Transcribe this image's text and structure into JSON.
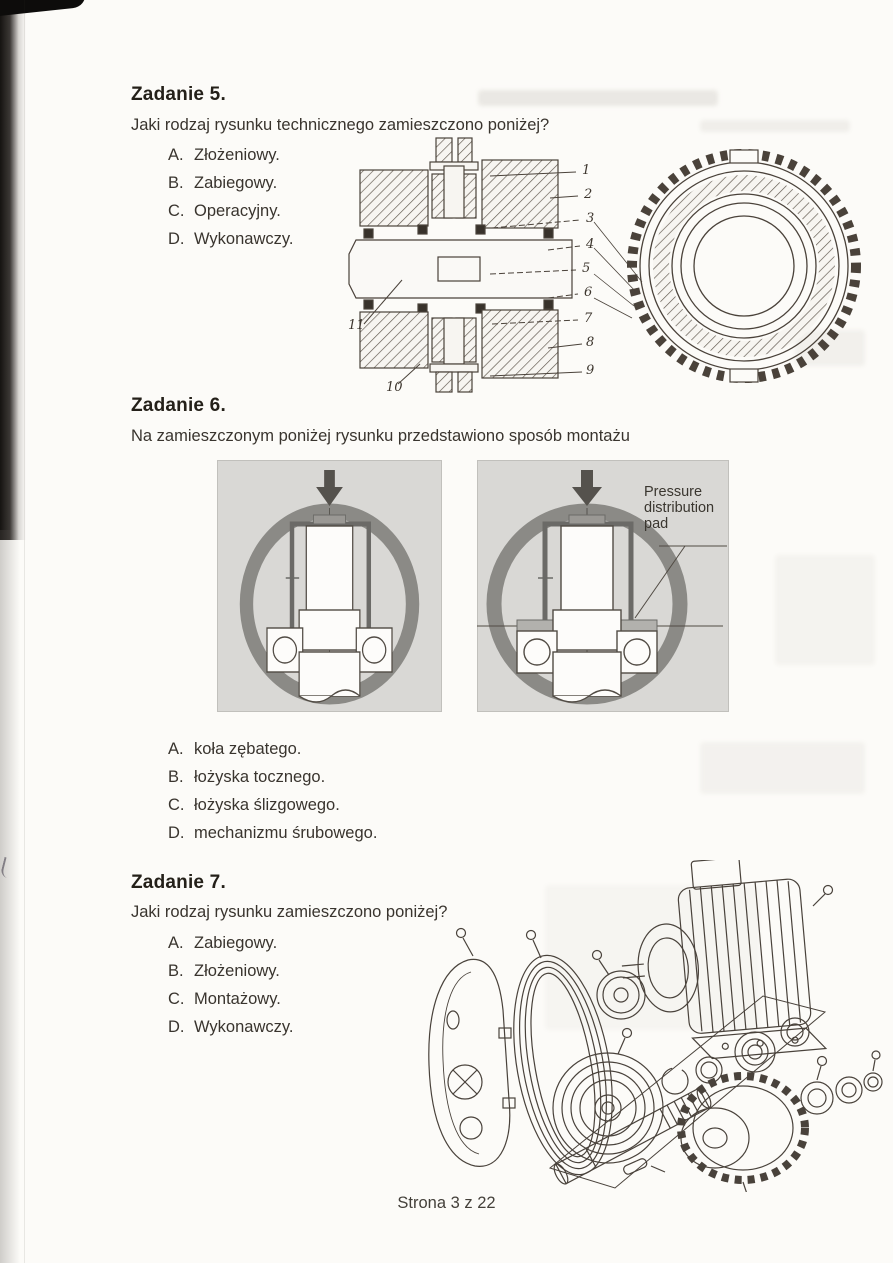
{
  "colors": {
    "paper": "#fcfbf8",
    "ink": "#46403a",
    "panel_bg": "#d9d8d5",
    "ring_gray": "#8b8a86",
    "arrow_gray": "#55524d"
  },
  "questions": [
    {
      "title": "Zadanie 5.",
      "question": "Jaki rodzaj rysunku technicznego zamieszczono poniżej?",
      "options": [
        {
          "letter": "A.",
          "text": "Złożeniowy."
        },
        {
          "letter": "B.",
          "text": "Zabiegowy."
        },
        {
          "letter": "C.",
          "text": "Operacyjny."
        },
        {
          "letter": "D.",
          "text": "Wykonawczy."
        }
      ],
      "figure": {
        "callouts": [
          "1",
          "2",
          "3",
          "4",
          "5",
          "6",
          "7",
          "8",
          "9",
          "10",
          "11"
        ]
      }
    },
    {
      "title": "Zadanie 6.",
      "question": "Na zamieszczonym poniżej rysunku przedstawiono sposób montażu",
      "options": [
        {
          "letter": "A.",
          "text": "koła zębatego."
        },
        {
          "letter": "B.",
          "text": "łożyska tocznego."
        },
        {
          "letter": "C.",
          "text": "łożyska ślizgowego."
        },
        {
          "letter": "D.",
          "text": "mechanizmu śrubowego."
        }
      ],
      "figure": {
        "label": "Pressure distribution pad"
      }
    },
    {
      "title": "Zadanie 7.",
      "question": "Jaki rodzaj rysunku zamieszczono poniżej?",
      "options": [
        {
          "letter": "A.",
          "text": "Zabiegowy."
        },
        {
          "letter": "B.",
          "text": "Złożeniowy."
        },
        {
          "letter": "C.",
          "text": "Montażowy."
        },
        {
          "letter": "D.",
          "text": "Wykonawczy."
        }
      ]
    }
  ],
  "footer": {
    "page_label": "Strona 3 z 22"
  }
}
